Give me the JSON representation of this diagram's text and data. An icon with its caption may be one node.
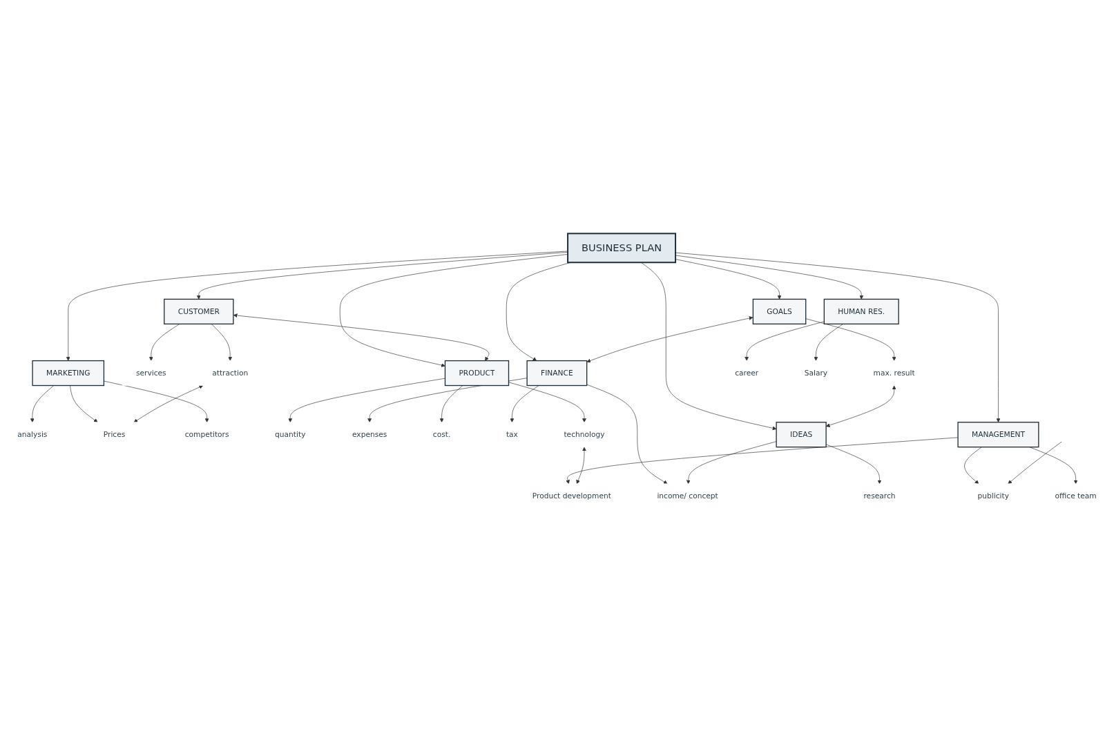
{
  "diagram": {
    "nodes": [
      {
        "text": [
          "attraction"
        ]
      },
      {
        "text": [
          "services"
        ]
      },
      {
        "text": [
          "max. result"
        ]
      },
      {
        "text": [
          "analysis"
        ]
      },
      {
        "text": [
          "Prices"
        ]
      },
      {
        "text": [
          "competitors"
        ]
      },
      {
        "text": [
          "GOALS"
        ]
      },
      {
        "text": [
          "CUSTOMER"
        ]
      },
      {
        "text": [
          "MARKETING"
        ]
      },
      {
        "text": [
          "quantity"
        ]
      },
      {
        "text": [
          "expenses"
        ]
      },
      {
        "text": [
          "cost."
        ]
      },
      {
        "text": [
          "PRODUCT"
        ]
      },
      {
        "text": [
          "BUSINESS PLAN"
        ]
      },
      {
        "text": [
          "FINANCE"
        ]
      },
      {
        "text": [
          "tax"
        ]
      },
      {
        "text": [
          "income/ concept"
        ]
      },
      {
        "text": [
          "technology"
        ]
      },
      {
        "text": [
          "MANAGEMENT"
        ]
      },
      {
        "text": [
          "career"
        ]
      },
      {
        "text": [
          "HUMAN RES."
        ]
      },
      {
        "text": [
          "IDEAS"
        ]
      },
      {
        "text": [
          "office team"
        ]
      },
      {
        "text": [
          "Salary"
        ]
      },
      {
        "text": [
          "publicity"
        ]
      },
      {
        "text": [
          "research"
        ]
      },
      {
        "text": [
          "Product development"
        ]
      }
    ],
    "edges": [
      {
        "from": 13,
        "to": 7,
        "arrow": "to"
      },
      {
        "from": 13,
        "to": 8,
        "arrow": "to"
      },
      {
        "from": 13,
        "to": 6,
        "arrow": "to"
      },
      {
        "from": 13,
        "to": 14,
        "arrow": "to"
      },
      {
        "from": 13,
        "to": 21,
        "arrow": "to"
      },
      {
        "from": 13,
        "to": 18,
        "arrow": "to"
      },
      {
        "from": 13,
        "to": 20,
        "arrow": "to"
      },
      {
        "from": 13,
        "to": 12,
        "arrow": "to"
      },
      {
        "from": 7,
        "to": 0,
        "arrow": "to"
      },
      {
        "from": 7,
        "to": 1,
        "arrow": "to"
      },
      {
        "from": 7,
        "to": 12,
        "arrow": "both"
      },
      {
        "from": 12,
        "to": 9,
        "arrow": "to"
      },
      {
        "from": 12,
        "to": 11,
        "arrow": "to"
      },
      {
        "from": 12,
        "to": 17,
        "arrow": "to"
      },
      {
        "from": 8,
        "to": 3,
        "arrow": "to"
      },
      {
        "from": 8,
        "to": 4,
        "arrow": "to"
      },
      {
        "from": 8,
        "to": 5,
        "arrow": "to"
      },
      {
        "from": 6,
        "to": 2,
        "arrow": "to"
      },
      {
        "from": 6,
        "to": 14,
        "arrow": "both"
      },
      {
        "from": 14,
        "to": 10,
        "arrow": "to"
      },
      {
        "from": 14,
        "to": 15,
        "arrow": "to"
      },
      {
        "from": 14,
        "to": 16,
        "arrow": "to"
      },
      {
        "from": 21,
        "to": 16,
        "arrow": "to"
      },
      {
        "from": 21,
        "to": 25,
        "arrow": "to"
      },
      {
        "from": 18,
        "to": 24,
        "arrow": "to"
      },
      {
        "from": 18,
        "to": 22,
        "arrow": "to"
      },
      {
        "from": 18,
        "to": 26,
        "arrow": "to"
      },
      {
        "from": 20,
        "to": 19,
        "arrow": "to"
      },
      {
        "from": 20,
        "to": 23,
        "arrow": "to"
      },
      {
        "from": 0,
        "to": 4,
        "arrow": "both"
      },
      {
        "from": 2,
        "to": 21,
        "arrow": "both"
      },
      {
        "from": 17,
        "to": 26,
        "arrow": "both"
      },
      {
        "from": null,
        "to": 24,
        "arrow": "to"
      }
    ]
  }
}
